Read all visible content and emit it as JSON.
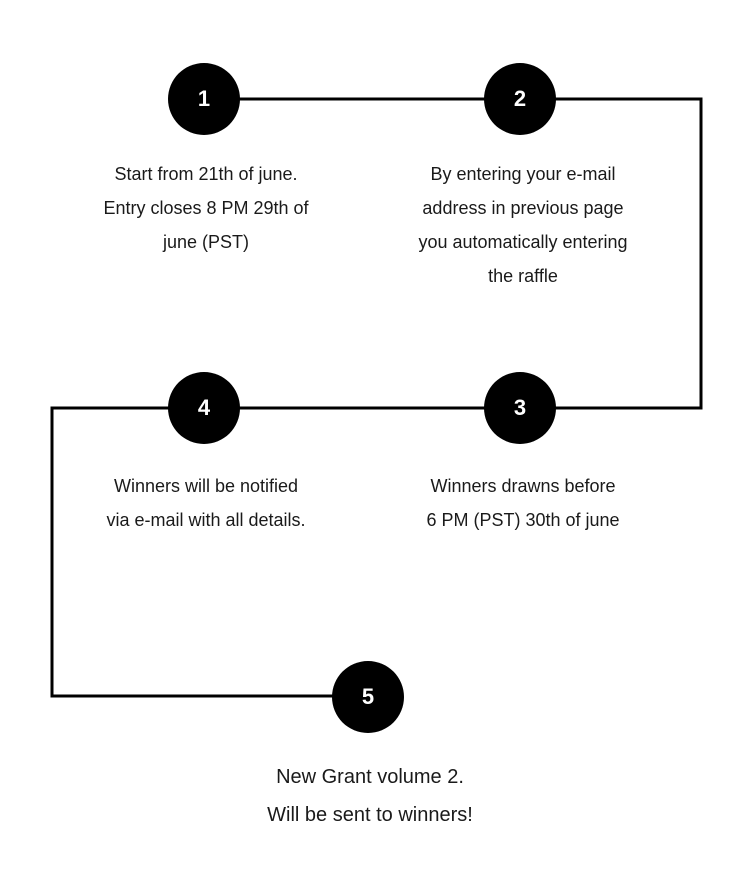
{
  "colors": {
    "circle": "#000000",
    "number": "#ffffff",
    "line": "#000000",
    "text": "#1a1a1a"
  },
  "steps": [
    {
      "number": "1",
      "text": "Start from 21th of june.\nEntry closes 8 PM 29th of\njune (PST)"
    },
    {
      "number": "2",
      "text": "By entering your  e-mail\naddress in previous page\nyou automatically entering\nthe raffle"
    },
    {
      "number": "3",
      "text": "Winners drawns before\n6 PM (PST) 30th of june"
    },
    {
      "number": "4",
      "text": "Winners will be  notified\nvia e-mail with all details."
    },
    {
      "number": "5",
      "text": "New Grant volume 2.\nWill be sent to winners!"
    }
  ]
}
